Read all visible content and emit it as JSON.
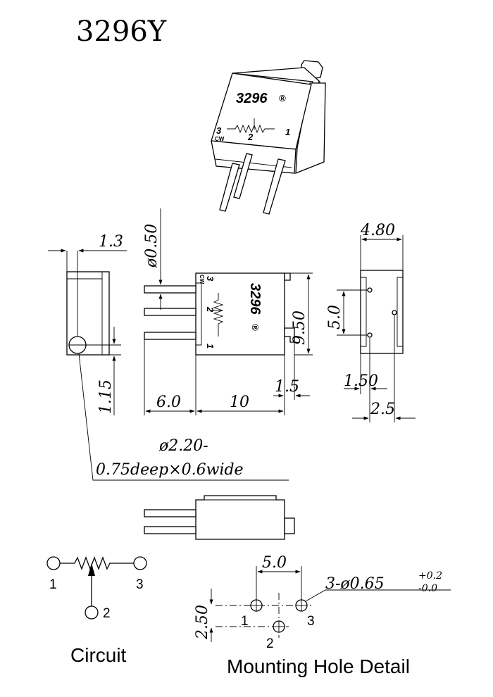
{
  "title": "3296Y",
  "body_marking": {
    "model": "3296",
    "registered": "®",
    "pin3": "3",
    "pin2": "2",
    "pin1": "1",
    "cw": "CW"
  },
  "dimensions": {
    "side_slot_offset": "1.3",
    "side_screw_height": "1.15",
    "pin_diameter": "ø0.50",
    "pin_length": "6.0",
    "body_length": "10",
    "tab_offset": "1.5",
    "body_height": "9.50",
    "body_width": "4.80",
    "pin_spacing_vertical": "5.0",
    "end_pin_offset": "1.50",
    "end_pin_spacing": "2.5",
    "screw_line1": "ø2.20-",
    "screw_line2": "0.75deep×0.6wide",
    "hole_spacing": "5.0",
    "hole_row_offset": "2.50",
    "hole_spec_main": "3-ø0.65",
    "hole_tol_plus": "+0.2",
    "hole_tol_minus": "-0.0"
  },
  "circuit": {
    "label": "Circuit",
    "pin1": "1",
    "pin2": "2",
    "pin3": "3"
  },
  "mounting": {
    "label": "Mounting Hole Detail",
    "pin1": "1",
    "pin2": "2",
    "pin3": "3"
  }
}
